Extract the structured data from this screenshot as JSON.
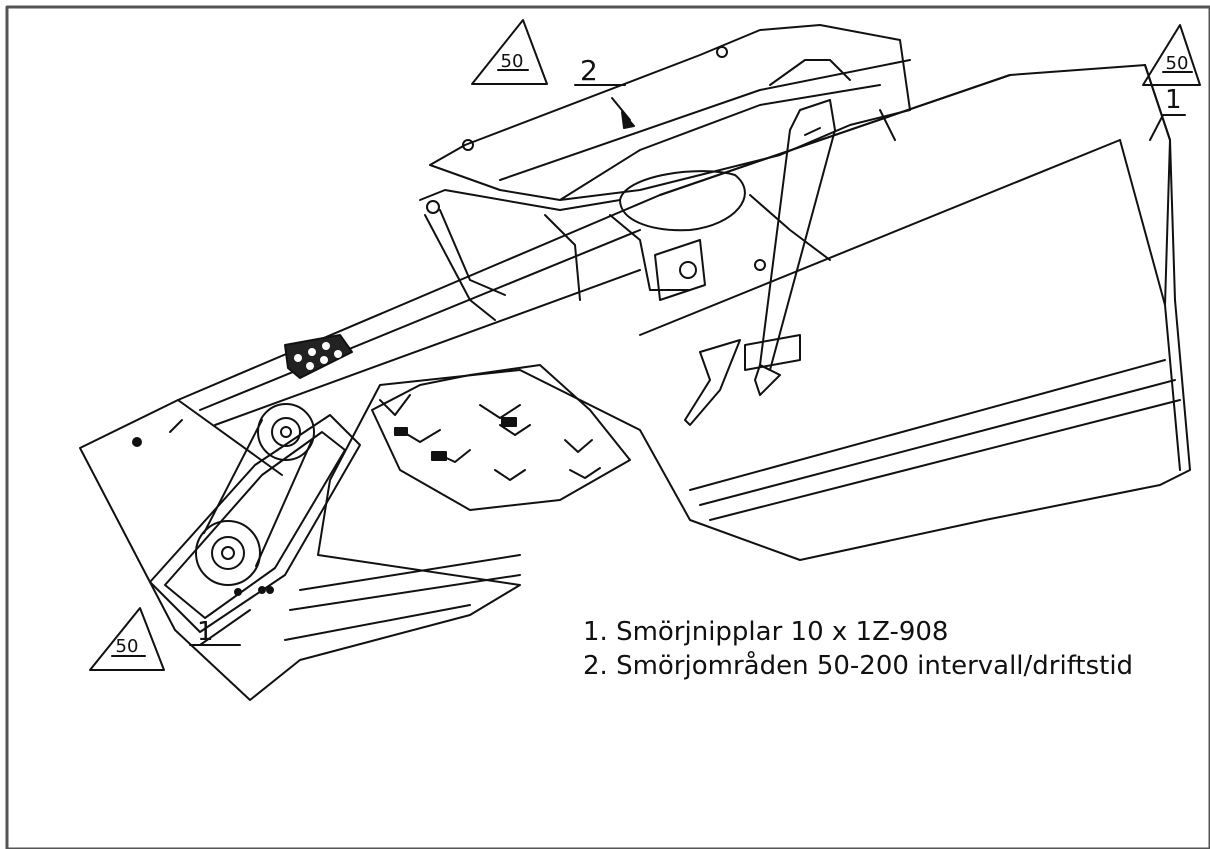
{
  "diagram": {
    "lube_interval": "50",
    "callout_fitting": "1",
    "callout_area": "2"
  },
  "legend": {
    "items": [
      "1. Smörjnipplar 10 x 1Z-908",
      "2. Smörjområden 50-200 intervall/driftstid"
    ]
  },
  "colors": {
    "line": "#111111",
    "background": "#ffffff",
    "frame": "#555555"
  }
}
